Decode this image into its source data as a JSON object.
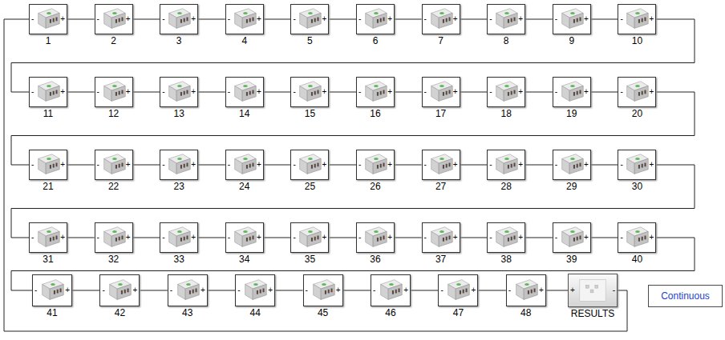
{
  "diagram": {
    "nodes": [
      {
        "text": [
          "-",
          "+",
          "1"
        ]
      },
      {
        "text": [
          "-",
          "+",
          "2"
        ]
      },
      {
        "text": [
          "-",
          "+",
          "3"
        ]
      },
      {
        "text": [
          "-",
          "+",
          "4"
        ]
      },
      {
        "text": [
          "-",
          "+",
          "5"
        ]
      },
      {
        "text": [
          "-",
          "+",
          "6"
        ]
      },
      {
        "text": [
          "-",
          "+",
          "7"
        ]
      },
      {
        "text": [
          "-",
          "+",
          "8"
        ]
      },
      {
        "text": [
          "-",
          "+",
          "9"
        ]
      },
      {
        "text": [
          "-",
          "+",
          "10"
        ]
      },
      {
        "text": [
          "-",
          "+",
          "11"
        ]
      },
      {
        "text": [
          "-",
          "+",
          "12"
        ]
      },
      {
        "text": [
          "-",
          "+",
          "13"
        ]
      },
      {
        "text": [
          "-",
          "+",
          "14"
        ]
      },
      {
        "text": [
          "-",
          "+",
          "15"
        ]
      },
      {
        "text": [
          "-",
          "+",
          "16"
        ]
      },
      {
        "text": [
          "-",
          "+",
          "17"
        ]
      },
      {
        "text": [
          "-",
          "+",
          "18"
        ]
      },
      {
        "text": [
          "-",
          "+",
          "19"
        ]
      },
      {
        "text": [
          "-",
          "+",
          "20"
        ]
      },
      {
        "text": [
          "-",
          "+",
          "21"
        ]
      },
      {
        "text": [
          "-",
          "+",
          "22"
        ]
      },
      {
        "text": [
          "-",
          "+",
          "23"
        ]
      },
      {
        "text": [
          "-",
          "+",
          "24"
        ]
      },
      {
        "text": [
          "-",
          "+",
          "25"
        ]
      },
      {
        "text": [
          "-",
          "+",
          "26"
        ]
      },
      {
        "text": [
          "-",
          "+",
          "27"
        ]
      },
      {
        "text": [
          "-",
          "+",
          "28"
        ]
      },
      {
        "text": [
          "-",
          "+",
          "29"
        ]
      },
      {
        "text": [
          "-",
          "+",
          "30"
        ]
      },
      {
        "text": [
          "-",
          "+",
          "31"
        ]
      },
      {
        "text": [
          "-",
          "+",
          "32"
        ]
      },
      {
        "text": [
          "-",
          "+",
          "33"
        ]
      },
      {
        "text": [
          "-",
          "+",
          "34"
        ]
      },
      {
        "text": [
          "-",
          "+",
          "35"
        ]
      },
      {
        "text": [
          "-",
          "+",
          "36"
        ]
      },
      {
        "text": [
          "-",
          "+",
          "37"
        ]
      },
      {
        "text": [
          "-",
          "+",
          "38"
        ]
      },
      {
        "text": [
          "-",
          "+",
          "39"
        ]
      },
      {
        "text": [
          "-",
          "+",
          "40"
        ]
      },
      {
        "text": [
          "-",
          "+",
          "41"
        ]
      },
      {
        "text": [
          "-",
          "+",
          "42"
        ]
      },
      {
        "text": [
          "-",
          "+",
          "43"
        ]
      },
      {
        "text": [
          "-",
          "+",
          "44"
        ]
      },
      {
        "text": [
          "-",
          "+",
          "45"
        ]
      },
      {
        "text": [
          "-",
          "+",
          "46"
        ]
      },
      {
        "text": [
          "-",
          "+",
          "47"
        ]
      },
      {
        "text": [
          "-",
          "+",
          "48"
        ]
      },
      {
        "text": [
          "+",
          "-",
          "RESULTS"
        ]
      },
      {
        "text": [
          "Continuous"
        ]
      }
    ],
    "edges": [
      {
        "from": 0,
        "to": 1,
        "arrow": "none"
      },
      {
        "from": 1,
        "to": 2,
        "arrow": "none"
      },
      {
        "from": 2,
        "to": 3,
        "arrow": "none"
      },
      {
        "from": 3,
        "to": 4,
        "arrow": "none"
      },
      {
        "from": 4,
        "to": 5,
        "arrow": "none"
      },
      {
        "from": 5,
        "to": 6,
        "arrow": "none"
      },
      {
        "from": 6,
        "to": 7,
        "arrow": "none"
      },
      {
        "from": 7,
        "to": 8,
        "arrow": "none"
      },
      {
        "from": 8,
        "to": 9,
        "arrow": "none"
      },
      {
        "from": 9,
        "to": 10,
        "arrow": "none"
      },
      {
        "from": 10,
        "to": 11,
        "arrow": "none"
      },
      {
        "from": 11,
        "to": 12,
        "arrow": "none"
      },
      {
        "from": 12,
        "to": 13,
        "arrow": "none"
      },
      {
        "from": 13,
        "to": 14,
        "arrow": "none"
      },
      {
        "from": 14,
        "to": 15,
        "arrow": "none"
      },
      {
        "from": 15,
        "to": 16,
        "arrow": "none"
      },
      {
        "from": 16,
        "to": 17,
        "arrow": "none"
      },
      {
        "from": 17,
        "to": 18,
        "arrow": "none"
      },
      {
        "from": 18,
        "to": 19,
        "arrow": "none"
      },
      {
        "from": 19,
        "to": 20,
        "arrow": "none"
      },
      {
        "from": 20,
        "to": 21,
        "arrow": "none"
      },
      {
        "from": 21,
        "to": 22,
        "arrow": "none"
      },
      {
        "from": 22,
        "to": 23,
        "arrow": "none"
      },
      {
        "from": 23,
        "to": 24,
        "arrow": "none"
      },
      {
        "from": 24,
        "to": 25,
        "arrow": "none"
      },
      {
        "from": 25,
        "to": 26,
        "arrow": "none"
      },
      {
        "from": 26,
        "to": 27,
        "arrow": "none"
      },
      {
        "from": 27,
        "to": 28,
        "arrow": "none"
      },
      {
        "from": 28,
        "to": 29,
        "arrow": "none"
      },
      {
        "from": 29,
        "to": 30,
        "arrow": "none"
      },
      {
        "from": 30,
        "to": 31,
        "arrow": "none"
      },
      {
        "from": 31,
        "to": 32,
        "arrow": "none"
      },
      {
        "from": 32,
        "to": 33,
        "arrow": "none"
      },
      {
        "from": 33,
        "to": 34,
        "arrow": "none"
      },
      {
        "from": 34,
        "to": 35,
        "arrow": "none"
      },
      {
        "from": 35,
        "to": 36,
        "arrow": "none"
      },
      {
        "from": 36,
        "to": 37,
        "arrow": "none"
      },
      {
        "from": 37,
        "to": 38,
        "arrow": "none"
      },
      {
        "from": 38,
        "to": 39,
        "arrow": "none"
      },
      {
        "from": 39,
        "to": 40,
        "arrow": "none"
      },
      {
        "from": 40,
        "to": 41,
        "arrow": "none"
      },
      {
        "from": 41,
        "to": 42,
        "arrow": "none"
      },
      {
        "from": 42,
        "to": 43,
        "arrow": "none"
      },
      {
        "from": 43,
        "to": 44,
        "arrow": "none"
      },
      {
        "from": 44,
        "to": 45,
        "arrow": "none"
      },
      {
        "from": 45,
        "to": 46,
        "arrow": "none"
      },
      {
        "from": 46,
        "to": 47,
        "arrow": "none"
      },
      {
        "from": 47,
        "to": 48,
        "arrow": "none"
      },
      {
        "from": 48,
        "to": 0,
        "arrow": "none"
      }
    ]
  }
}
